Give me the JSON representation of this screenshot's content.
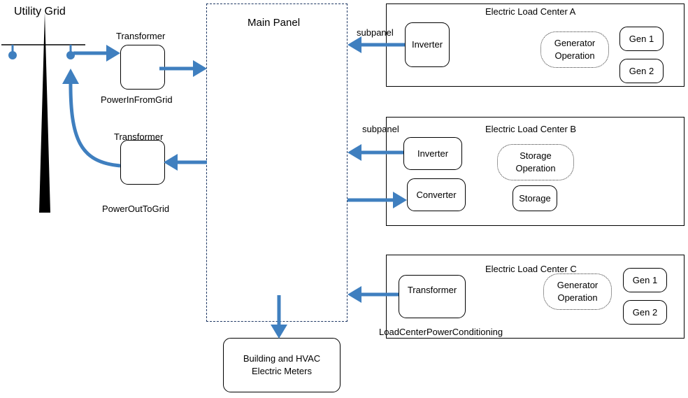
{
  "utility": {
    "title": "Utility Grid"
  },
  "transformer_in": {
    "label": "Transformer",
    "caption": "PowerInFromGrid"
  },
  "transformer_out": {
    "label": "Transformer",
    "caption": "PowerOutToGrid"
  },
  "main_panel": {
    "title": "Main Panel"
  },
  "meters": {
    "label": "Building and HVAC Electric Meters"
  },
  "load_center_a": {
    "title": "Electric Load Center A",
    "subpanel": "subpanel",
    "inverter": "Inverter",
    "operation": "Generator Operation",
    "gen1": "Gen 1",
    "gen2": "Gen 2"
  },
  "load_center_b": {
    "title": "Electric Load Center B",
    "subpanel": "subpanel",
    "inverter": "Inverter",
    "converter": "Converter",
    "operation": "Storage Operation",
    "storage": "Storage"
  },
  "load_center_c": {
    "title": "Electric Load Center C",
    "transformer": "Transformer",
    "caption": "LoadCenterPowerConditioning",
    "operation": "Generator Operation",
    "gen1": "Gen 1",
    "gen2": "Gen 2"
  },
  "colors": {
    "arrow": "#3f7fbf",
    "panel_border": "#1f3864",
    "pole": "#000000"
  }
}
